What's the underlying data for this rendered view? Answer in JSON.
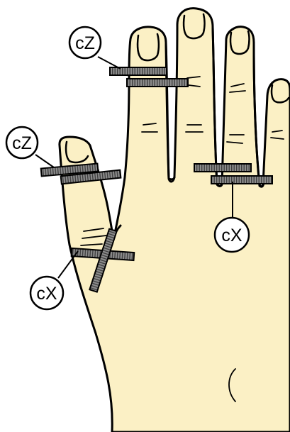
{
  "labels": {
    "index_top": "cZ",
    "thumb_top": "cZ",
    "ring_right": "cX",
    "thumb_bottom": "cX"
  },
  "colors": {
    "skin": "#FBF0C5",
    "outline": "#000000",
    "band_fill": "#8C8C8C",
    "band_stripe": "#3A3A3A",
    "callout_fill": "#FFFFFF"
  }
}
